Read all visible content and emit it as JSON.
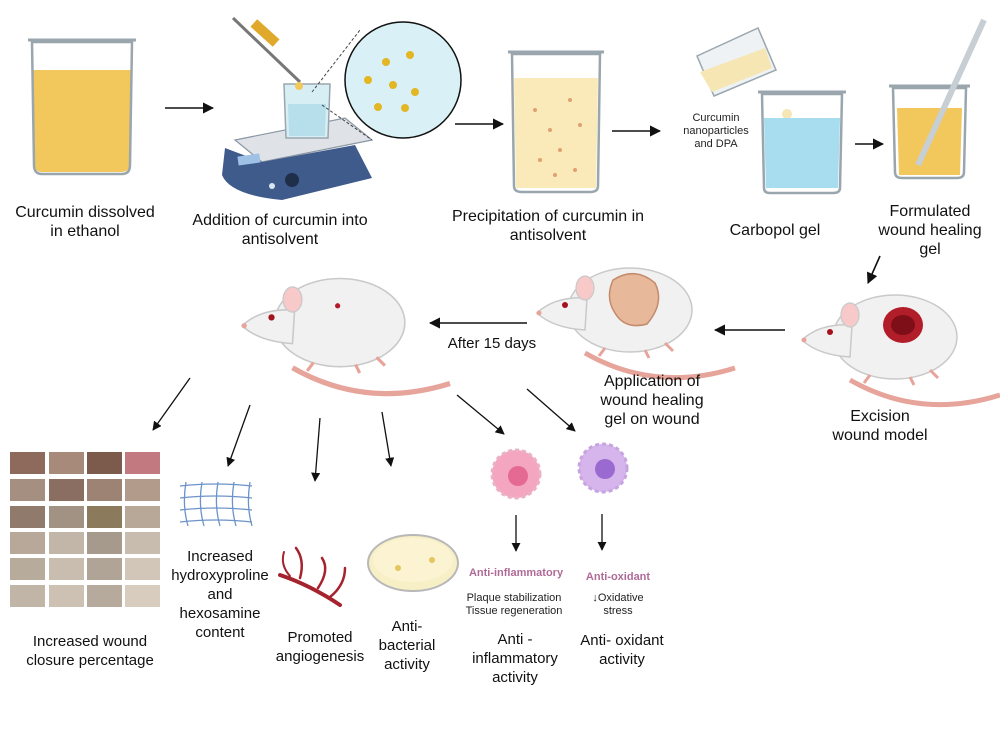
{
  "steps": {
    "step1": "Curcumin dissolved\nin ethanol",
    "step2": "Addition of curcumin into\nantisolvent",
    "step3": "Precipitation of curcumin in\nantisolvent",
    "step4_note": "Curcumin\nnanoparticles\nand DPA",
    "step4": "Carbopol gel",
    "step5": "Formulated\nwound healing\ngel"
  },
  "middle": {
    "excision": "Excision\nwound model",
    "application": "Application of\nwound healing\ngel on wound",
    "after": "After 15 days"
  },
  "outcomes": {
    "closure": "Increased  wound\nclosure percentage",
    "hydroxyproline": "Increased\nhydroxyproline\nand\nhexosamine\ncontent",
    "angiogenesis": "Promoted\nangiogenesis",
    "antibacterial": "Anti-\nbacterial\nactivity",
    "antiinflammatory_tag": "Anti-inflammatory",
    "antiinflammatory_note": "Plaque stabilization\nTissue regeneration",
    "antiinflammatory": "Anti -\ninflammatory\nactivity",
    "antioxidant_tag": "Anti-oxidant",
    "antioxidant_note": "↓Oxidative\nstress",
    "antioxidant": "Anti- oxidant\nactivity"
  },
  "colors": {
    "liquid_yellow": "#f2c75c",
    "gel_blue": "#a8dcef",
    "rat_body": "#f1f1f1",
    "tail": "#e6a49b",
    "wound": "#b21d2a",
    "cell_pink": "#f4a6c0",
    "cell_purple": "#c9a3e3",
    "label_pink": "#b06a98"
  }
}
